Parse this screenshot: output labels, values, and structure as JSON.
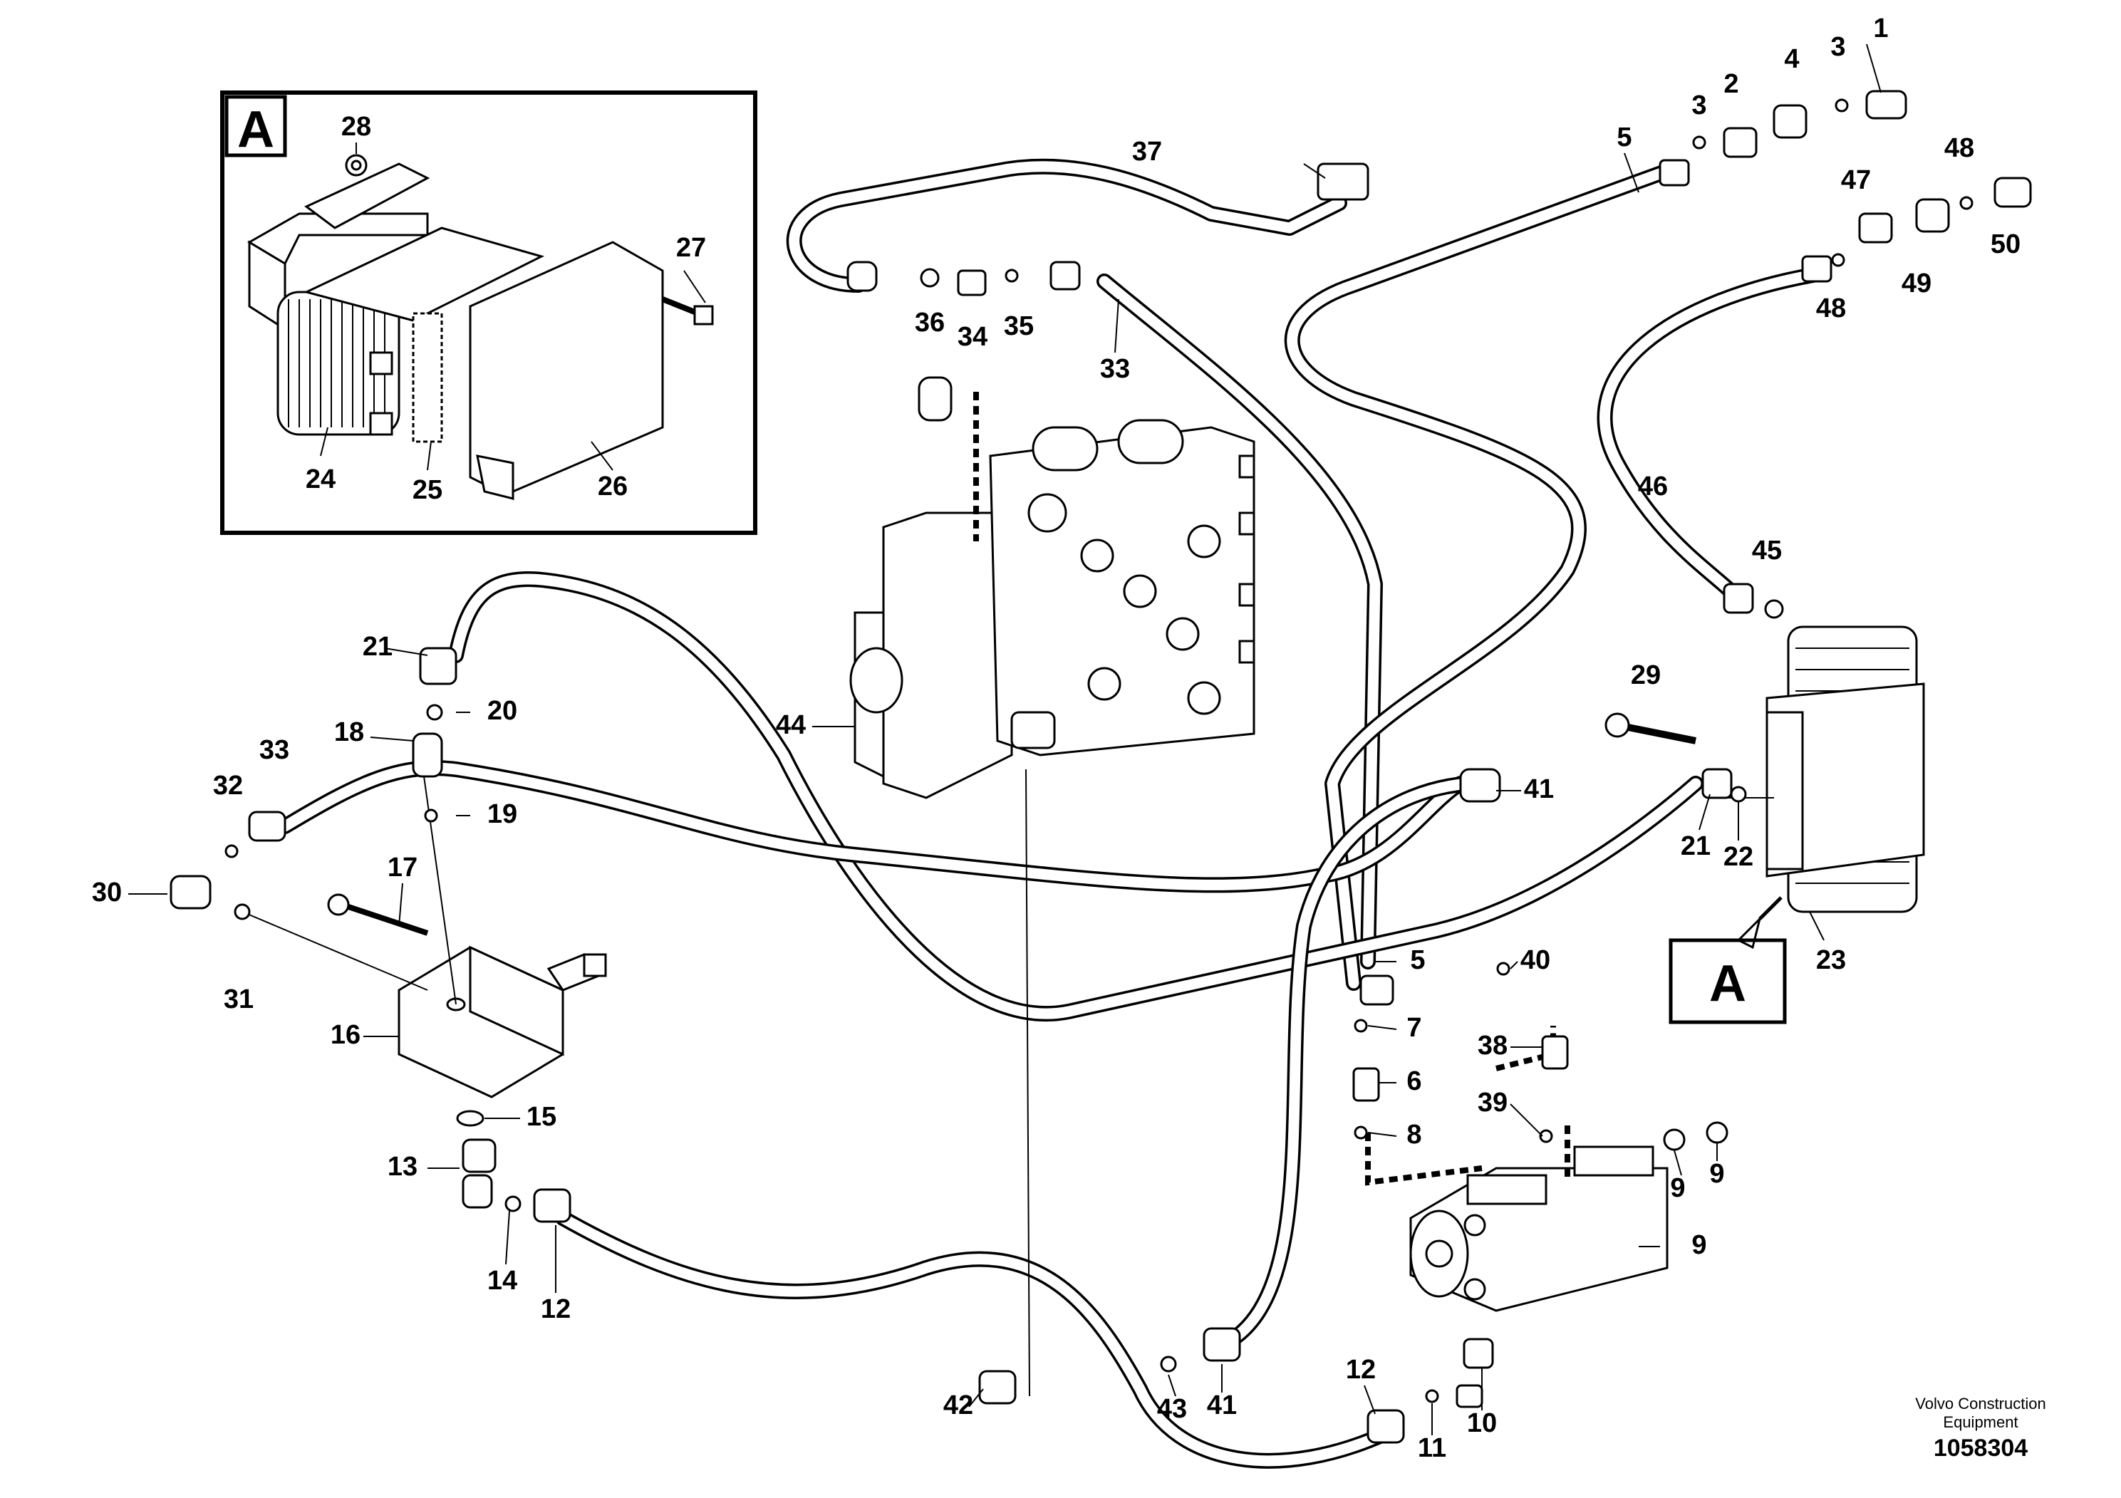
{
  "diagram": {
    "callouts": [
      "1",
      "2",
      "3",
      "3",
      "4",
      "5",
      "5",
      "6",
      "7",
      "8",
      "9",
      "9",
      "9",
      "10",
      "11",
      "12",
      "12",
      "13",
      "14",
      "15",
      "16",
      "17",
      "18",
      "19",
      "20",
      "21",
      "21",
      "22",
      "23",
      "24",
      "25",
      "26",
      "27",
      "28",
      "29",
      "30",
      "31",
      "32",
      "33",
      "33",
      "34",
      "35",
      "36",
      "37",
      "38",
      "39",
      "40",
      "41",
      "41",
      "42",
      "43",
      "44",
      "45",
      "46",
      "47",
      "48",
      "48",
      "49",
      "50"
    ],
    "inset_letter": "A",
    "view_letter": "A"
  },
  "footer": {
    "brand_line1": "Volvo Construction",
    "brand_line2": "Equipment",
    "doc_number": "1058304"
  }
}
